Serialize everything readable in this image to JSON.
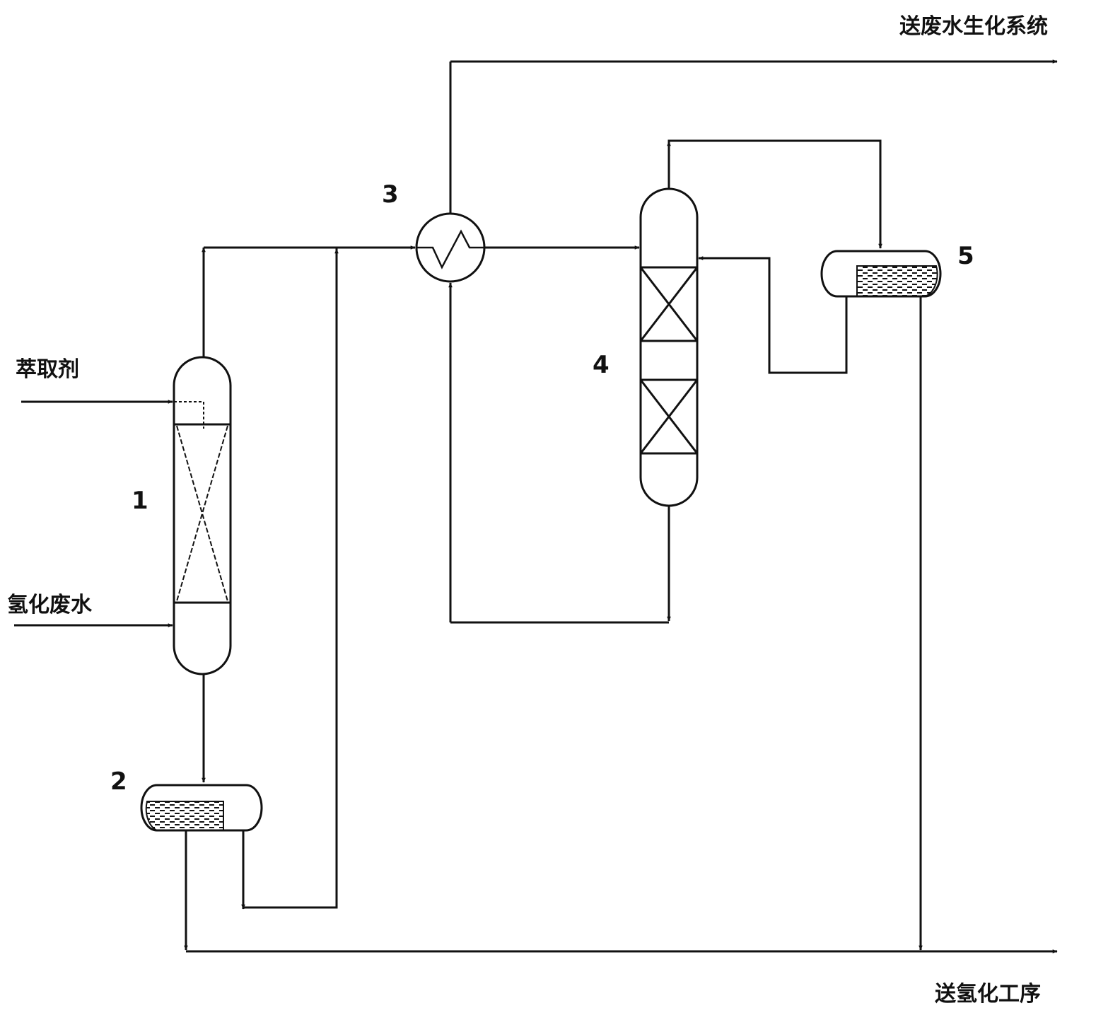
{
  "labels": {
    "extractant": "萃取剂",
    "hydrogenation_wastewater": "氢化废水",
    "to_biochemical_system": "送废水生化系统",
    "to_hydrogenation_process": "送氢化工序"
  },
  "equipment_numbers": {
    "extraction_tower": "1",
    "separator_drum": "2",
    "heat_exchanger": "3",
    "stripping_tower": "4",
    "reflux_drum": "5"
  },
  "colors": {
    "line": "#111111",
    "background": "#ffffff"
  }
}
